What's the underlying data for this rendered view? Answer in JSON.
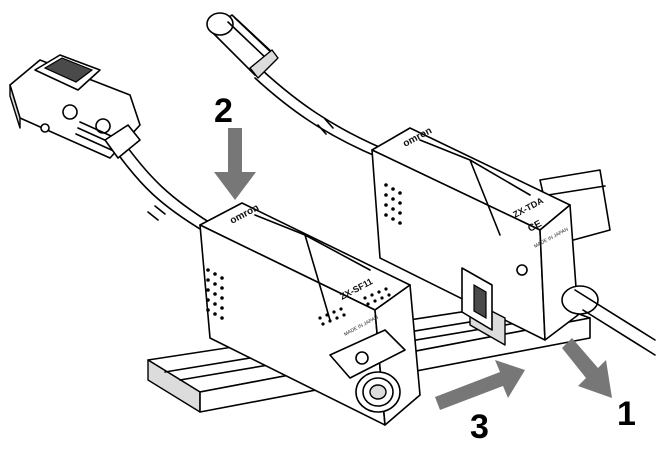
{
  "steps": {
    "step1": "1",
    "step2": "2",
    "step3": "3"
  },
  "labels": {
    "brand_left": "omron",
    "brand_right": "omron",
    "model_left": "ZX-SF11",
    "model_right": "ZX-TDA",
    "made_in_left": "MADE IN JAPAN",
    "made_in_right": "MADE IN JAPAN",
    "ce_mark": "CE"
  },
  "colors": {
    "arrow": "#777777",
    "line": "#000000",
    "shade": "#dcdcdc"
  }
}
